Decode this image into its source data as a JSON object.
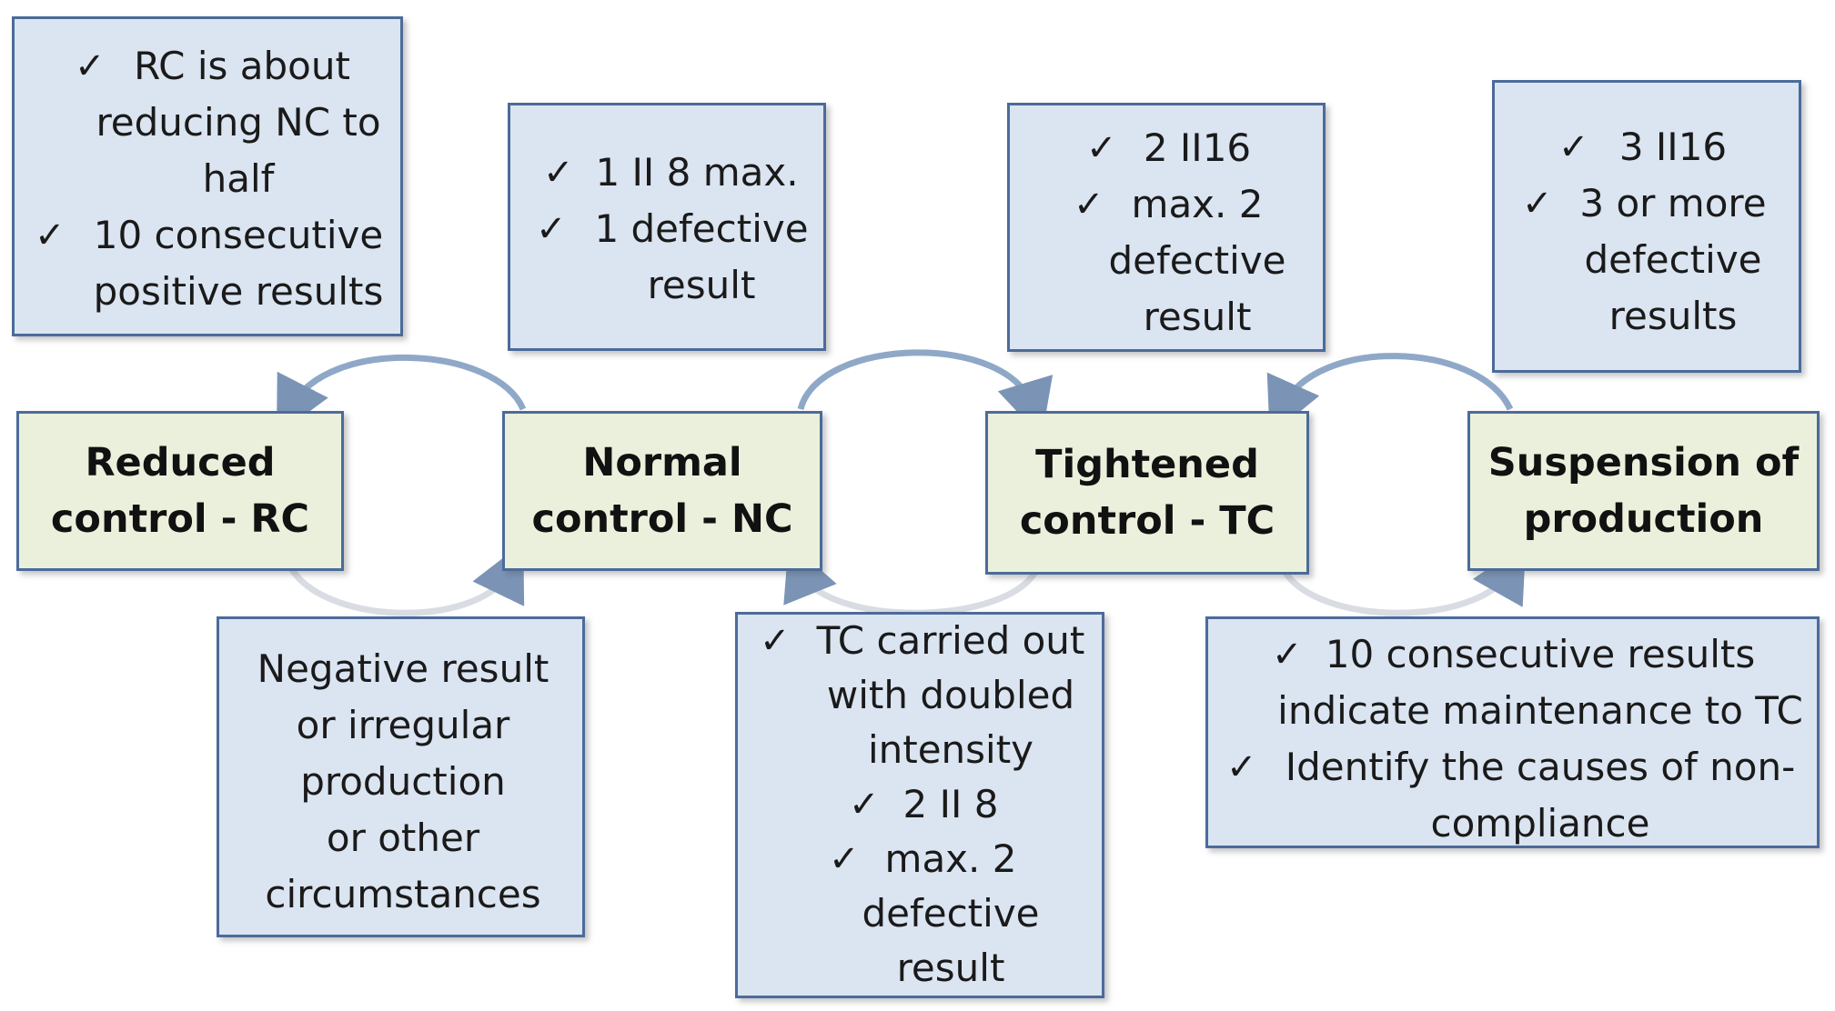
{
  "stages": [
    {
      "id": "rc",
      "title": "Reduced\ncontrol - RC"
    },
    {
      "id": "nc",
      "title": "Normal\ncontrol - NC"
    },
    {
      "id": "tc",
      "title": "Tightened\ncontrol - TC"
    },
    {
      "id": "sp",
      "title": "Suspension of\nproduction"
    }
  ],
  "check_mark": "✓",
  "boxes": {
    "rc_top": {
      "lines": [
        "RC is about",
        "reducing NC to",
        "half",
        "10 consecutive",
        "positive results"
      ]
    },
    "nc_top": {
      "lines": [
        "1 II 8 max.",
        "1 defective",
        "result"
      ]
    },
    "tc_top": {
      "lines": [
        "2 II16",
        "max. 2",
        "defective",
        "result"
      ]
    },
    "sp_top": {
      "lines": [
        "3 II16",
        "3 or more",
        "defective",
        "results"
      ]
    },
    "rc_nc_bottom": {
      "lines": [
        "Negative result",
        "or irregular",
        "production",
        "or other",
        "circumstances"
      ]
    },
    "nc_tc_bottom": {
      "lines": [
        "TC carried out",
        "with doubled",
        "intensity",
        "2 II 8",
        "max. 2",
        "defective",
        "result"
      ]
    },
    "tc_sp_bottom": {
      "lines": [
        "10 consecutive results",
        "indicate maintenance to TC",
        "Identify the causes of non-",
        "compliance"
      ]
    }
  },
  "colors": {
    "info_box_fill": "#dbe4f1",
    "stage_box_fill": "#ebf0dc",
    "border": "#4b6b9a",
    "arrow": "#8fa8c7"
  }
}
